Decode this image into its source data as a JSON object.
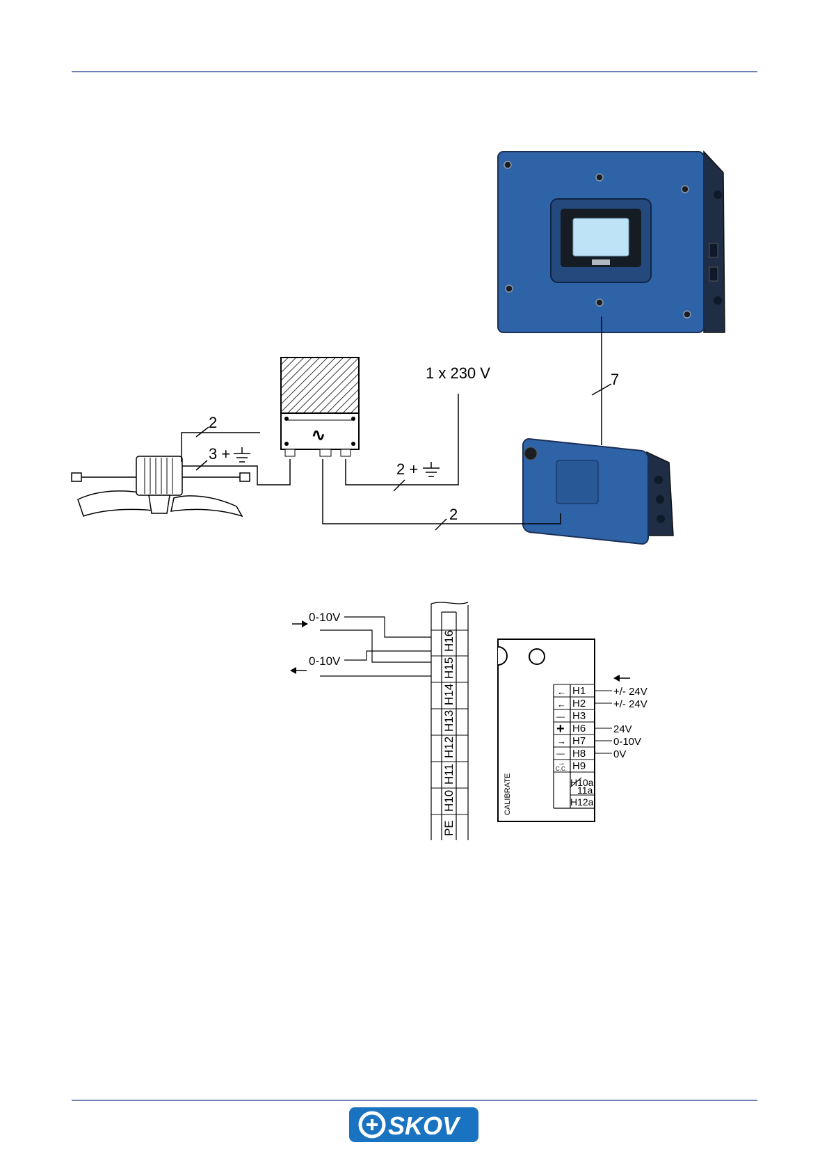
{
  "colors": {
    "rule": "#3d5a9a",
    "device_blue": "#2f63a8",
    "device_dark": "#24497d",
    "screen": "#bfe3f6",
    "logo_blue": "#1a73c1"
  },
  "wiring": {
    "supply_label": "1 x 230 V",
    "cable_motor_count": "2",
    "cable_motor_earth": "3 +",
    "cable_supply": "2 +",
    "cable_module": "2",
    "cable_controller": "7",
    "drive_symbol": "∿"
  },
  "drive_terminal": {
    "signal_in": "0-10V",
    "signal_out": "0-10V",
    "terminals": [
      "H16",
      "H15",
      "H14",
      "H13",
      "H12",
      "H11",
      "H10",
      "PE"
    ]
  },
  "actuator_terminal": {
    "calibrate_label": "CALIBRATE",
    "rows": [
      {
        "symbol": "←",
        "term": "H1",
        "signal": "+/- 24V"
      },
      {
        "symbol": "←",
        "term": "H2",
        "signal": "+/- 24V"
      },
      {
        "symbol": "—",
        "term": "H3",
        "signal": ""
      },
      {
        "symbol": "+",
        "term": "H6",
        "signal": "24V"
      },
      {
        "symbol": "→",
        "term": "H7",
        "signal": "0-10V"
      },
      {
        "symbol": "—",
        "term": "H8",
        "signal": "0V"
      },
      {
        "symbol": "→",
        "term": "H9",
        "signal": ""
      }
    ],
    "cc_label": "C.C.",
    "extra": [
      "H10a",
      "11a",
      "H12a"
    ]
  },
  "footer": {
    "logo_text": "SKOV"
  }
}
